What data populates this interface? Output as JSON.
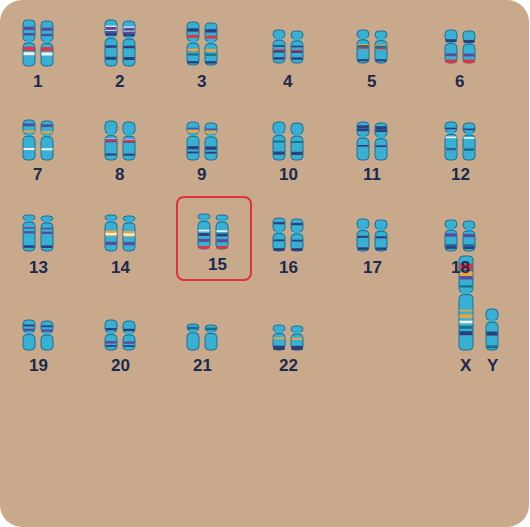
{
  "diagram": {
    "nodes": [
      {
        "text": [
          "15"
        ]
      }
    ],
    "labels": [
      "1",
      "2",
      "3",
      "4",
      "5",
      "6",
      "7",
      "8",
      "9",
      "10",
      "11",
      "12",
      "13",
      "14",
      "16",
      "17",
      "18",
      "19",
      "20",
      "21",
      "22",
      "X",
      "Y"
    ]
  }
}
